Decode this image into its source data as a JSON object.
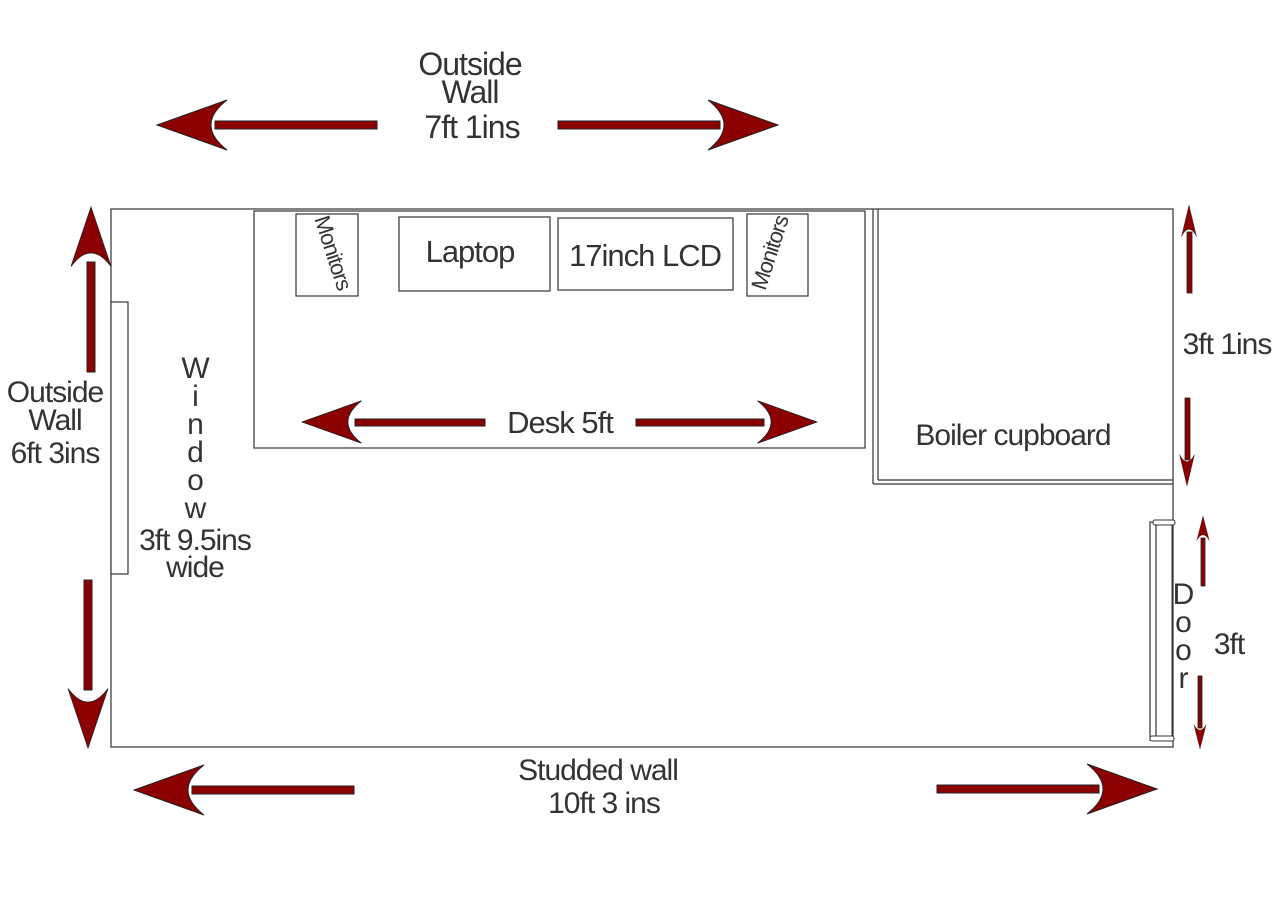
{
  "labels": {
    "top_wall": [
      "Outside",
      "Wall",
      "7ft 1ins"
    ],
    "left_wall": [
      "Outside",
      "Wall",
      "6ft 3ins"
    ],
    "bottom_wall": [
      "Studded wall",
      "10ft 3 ins"
    ],
    "window_letters": [
      "W",
      "i",
      "n",
      "d",
      "o",
      "w"
    ],
    "window_size": [
      "3ft 9.5ins",
      "wide"
    ],
    "desk": "Desk 5ft",
    "monitor_left": "Monitors",
    "monitor_right": "Monitors",
    "laptop": "Laptop",
    "lcd": "17inch LCD",
    "boiler": "Boiler cupboard",
    "boiler_size": "3ft 1ins",
    "door_letters": [
      "D",
      "o",
      "o",
      "r"
    ],
    "door_size": "3ft"
  },
  "colors": {
    "arrow": "#8b0000",
    "line": "#333333",
    "text": "#333333"
  }
}
